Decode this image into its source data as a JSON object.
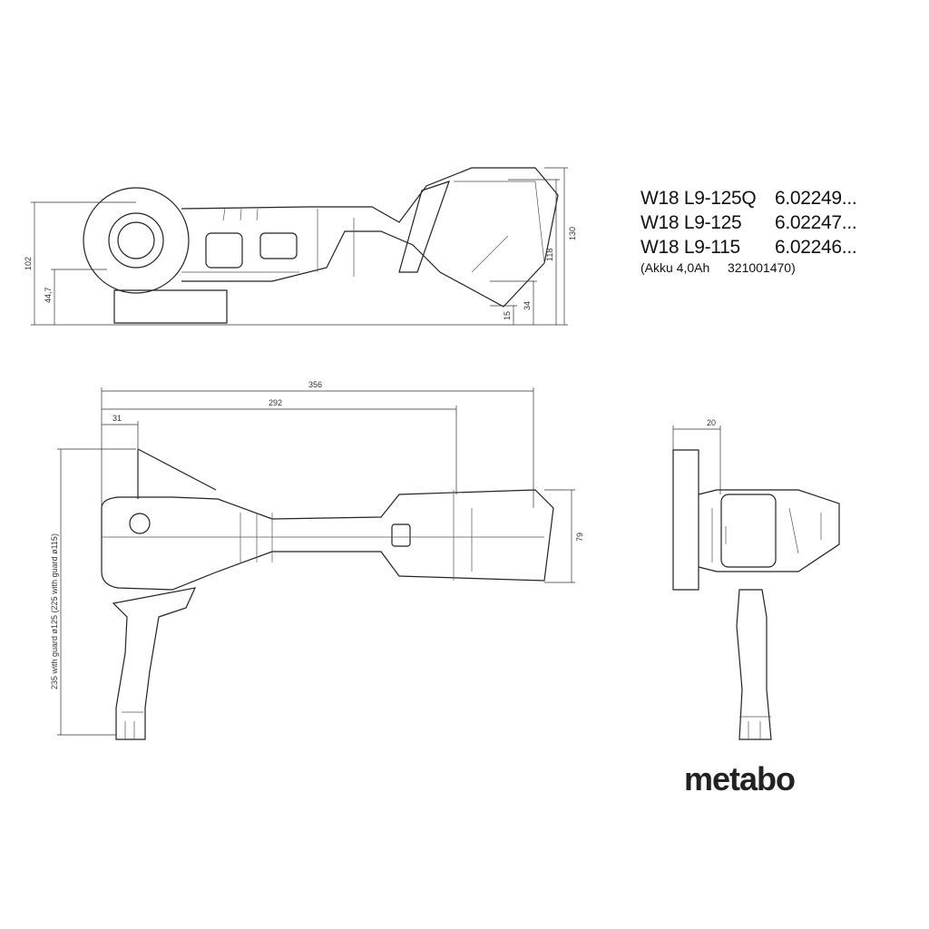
{
  "models": [
    {
      "name": "W18 L9-125Q",
      "code": "6.02249..."
    },
    {
      "name": "W18 L9-125",
      "code": "6.02247..."
    },
    {
      "name": "W18 L9-115",
      "code": "6.02246..."
    }
  ],
  "battery": {
    "label": "(Akku 4,0Ah",
    "code": "321001470)"
  },
  "dimensions": {
    "side_height_102": "102",
    "side_spindle_44_7": "44,7",
    "side_15": "15",
    "side_34": "34",
    "side_118": "118",
    "side_130": "130",
    "top_length_356": "356",
    "top_length_292": "292",
    "top_31": "31",
    "top_79": "79",
    "top_handle": "235 with guard ø125  (225 with guard ø115)",
    "front_20": "20"
  },
  "brand": "metabo"
}
